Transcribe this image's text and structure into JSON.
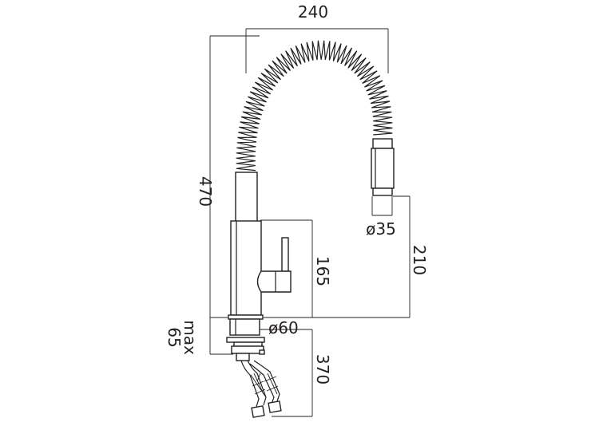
{
  "dimensions": {
    "width_total": "240",
    "height_total": "470",
    "spout_diameter": "ø35",
    "spout_height": "210",
    "handle_height": "165",
    "base_diameter": "ø60",
    "max_deck": "max",
    "max_deck_value": "65",
    "hose_length": "370"
  }
}
